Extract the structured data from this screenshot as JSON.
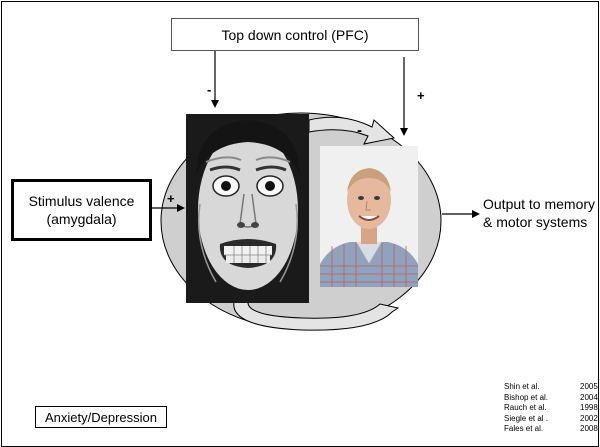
{
  "top_box": {
    "label": "Top down control (PFC)"
  },
  "stimulus_box": {
    "line1": "Stimulus valence",
    "line2": "(amygdala)"
  },
  "output": {
    "line1": "Output to memory",
    "line2": "& motor systems"
  },
  "signs": {
    "top_left": "-",
    "top_right": "+",
    "center": "-",
    "left": "+"
  },
  "bottom_box": {
    "label": "Anxiety/Depression"
  },
  "references": [
    {
      "author": "Shin et al.",
      "year": "2005"
    },
    {
      "author": "Bishop et al.",
      "year": "2004"
    },
    {
      "author": "Rauch et al.",
      "year": "1998"
    },
    {
      "author": "Siegle et al .",
      "year": "2002"
    },
    {
      "author": "Fales et al.",
      "year": "2008"
    }
  ],
  "colors": {
    "ellipse_fill": "#cfcfcf",
    "outline": "#000000",
    "photo_bg": "#f0f0f0"
  }
}
